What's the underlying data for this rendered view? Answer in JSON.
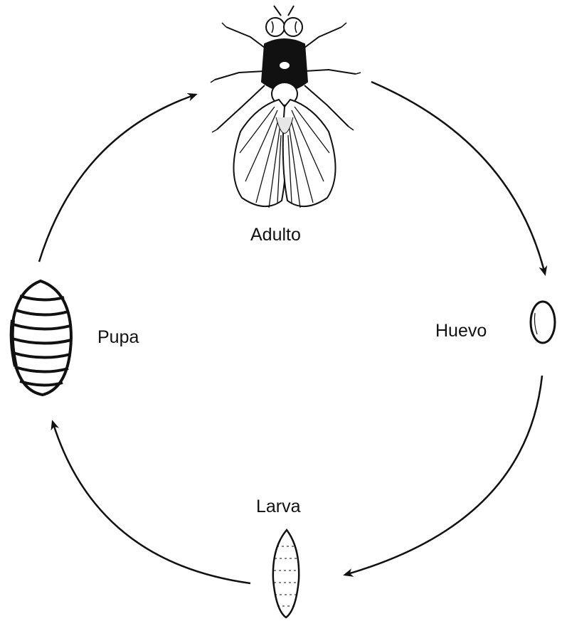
{
  "diagram": {
    "stages": {
      "adult": "Adulto",
      "egg": "Huevo",
      "larva": "Larva",
      "pupa": "Pupa"
    },
    "line_color": "#111111",
    "background": "#ffffff"
  }
}
